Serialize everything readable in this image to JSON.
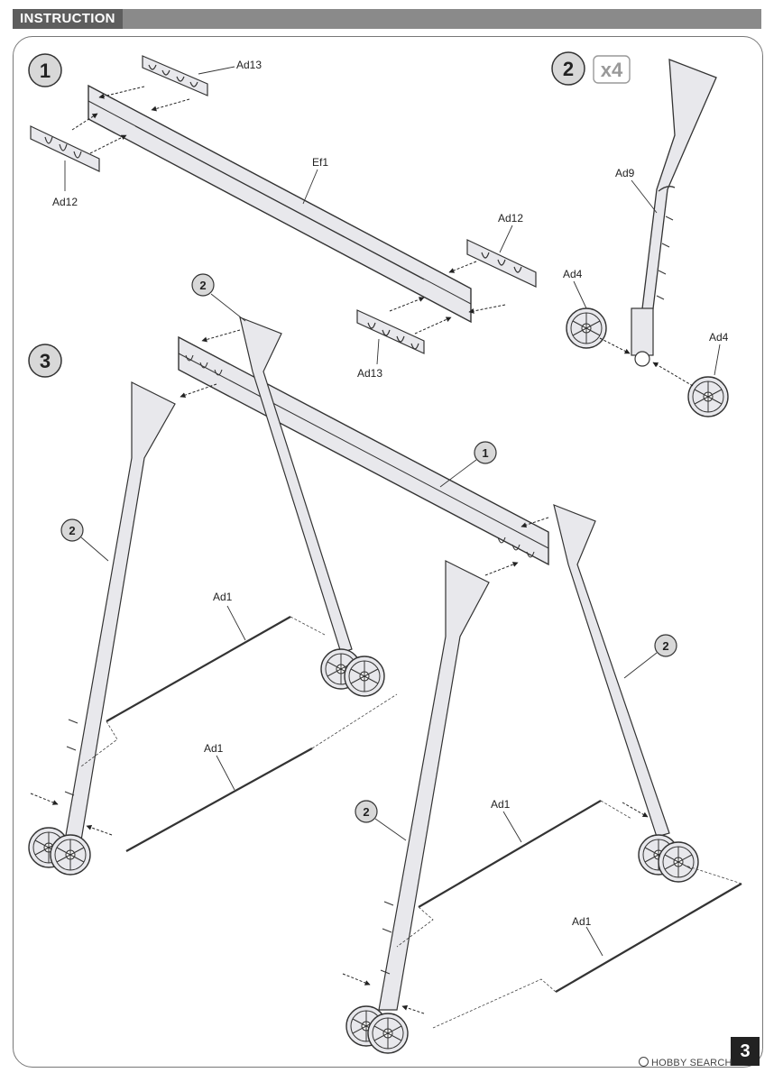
{
  "header": {
    "title": "INSTRUCTION"
  },
  "steps": {
    "step1": "1",
    "step2": "2",
    "step2_multiplier": "x4",
    "step3": "3"
  },
  "part_labels": {
    "ad13_top": "Ad13",
    "ad12_left": "Ad12",
    "ef1": "Ef1",
    "ad12_right": "Ad12",
    "ad13_bottom": "Ad13",
    "ad9": "Ad9",
    "ad4_left": "Ad4",
    "ad4_right": "Ad4",
    "ad1_a": "Ad1",
    "ad1_b": "Ad1",
    "ad1_c": "Ad1",
    "ad1_d": "Ad1"
  },
  "callouts": {
    "sub2_top": "2",
    "sub1": "1",
    "sub2_left": "2",
    "sub2_right": "2",
    "sub2_front": "2"
  },
  "page_number": "3",
  "watermark": "HOBBY SEARCH",
  "colors": {
    "line": "#333333",
    "part_fill": "#e8e8ec",
    "circle_fill": "#d8d8d8",
    "header_dark": "#5e5e5e",
    "header_bar": "#8a8a8a"
  }
}
